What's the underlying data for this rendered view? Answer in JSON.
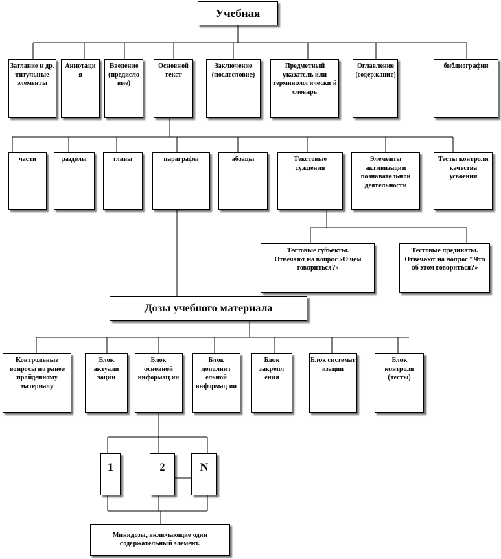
{
  "title": "Учебная",
  "level1": [
    "Заглавие и др. титульные элементы",
    "Аннотаци я",
    "Введение (предисло вие)",
    "Основной текст",
    "Заключение (послесловие)",
    "Предметный указатель или терминологически й словарь",
    "Оглавление (содержание)",
    "библиография"
  ],
  "level2": [
    "части",
    "разделы",
    "главы",
    "параграфы",
    "абзацы",
    "Текстовые суждения",
    "Элементы активизации познавательной деятельности",
    "Тесты контроля качества усвоения"
  ],
  "judgments": [
    "Тестовые субъекты.\nОтвечают на вопрос «О чем говориться?»",
    "Тестовые предикаты.\nОтвечают на вопрос \"Что об этом говориться?»"
  ],
  "doses": "Дозы учебного материала",
  "blocks": [
    "Контрольные вопросы по ранее пройденному материалу",
    "Блок актуали зации",
    "Блок основной информац ии",
    "Блок дополнит ельной информац ии",
    "Блок закрепл ения",
    "Блок системат изации",
    "Блок контроля (тесты)"
  ],
  "mini": [
    "1",
    "2",
    "N"
  ],
  "minidoses": "Минидозы, включающие один содержательный элемент."
}
